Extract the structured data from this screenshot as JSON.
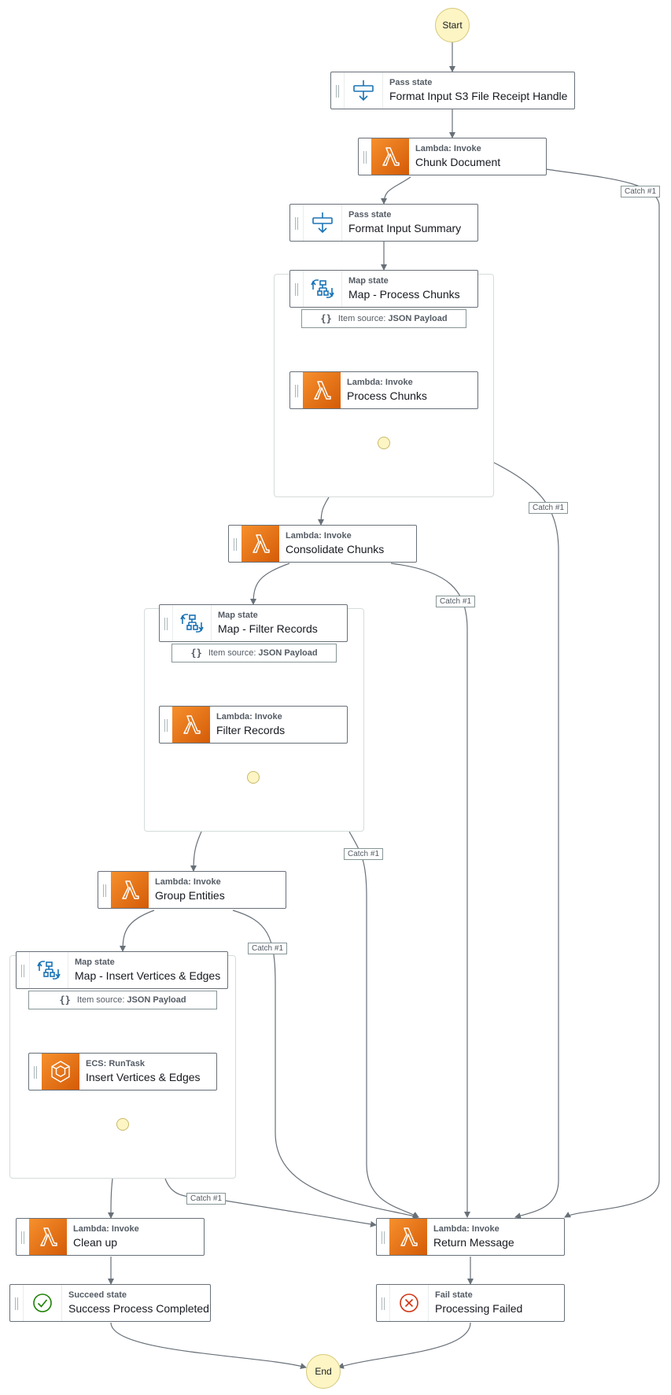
{
  "start_label": "Start",
  "end_label": "End",
  "nodes": {
    "format_input_s3": {
      "type": "Pass state",
      "name": "Format Input S3 File Receipt Handle",
      "icon": "pass-icon"
    },
    "chunk_document": {
      "type": "Lambda: Invoke",
      "name": "Chunk Document",
      "icon": "lambda-icon"
    },
    "format_input_summary": {
      "type": "Pass state",
      "name": "Format Input Summary",
      "icon": "pass-icon"
    },
    "map_process_chunks": {
      "type": "Map state",
      "name": "Map - Process Chunks",
      "icon": "map-icon"
    },
    "process_chunks": {
      "type": "Lambda: Invoke",
      "name": "Process Chunks",
      "icon": "lambda-icon"
    },
    "consolidate_chunks": {
      "type": "Lambda: Invoke",
      "name": "Consolidate Chunks",
      "icon": "lambda-icon"
    },
    "map_filter_records": {
      "type": "Map state",
      "name": "Map - Filter Records",
      "icon": "map-icon"
    },
    "filter_records": {
      "type": "Lambda: Invoke",
      "name": "Filter Records",
      "icon": "lambda-icon"
    },
    "group_entities": {
      "type": "Lambda: Invoke",
      "name": "Group Entities",
      "icon": "lambda-icon"
    },
    "map_insert": {
      "type": "Map state",
      "name": "Map - Insert Vertices & Edges",
      "icon": "map-icon"
    },
    "insert_vertices": {
      "type": "ECS: RunTask",
      "name": "Insert Vertices & Edges",
      "icon": "ecs-icon"
    },
    "clean_up": {
      "type": "Lambda: Invoke",
      "name": "Clean up",
      "icon": "lambda-icon"
    },
    "success": {
      "type": "Succeed state",
      "name": "Success Process Completed",
      "icon": "check-icon"
    },
    "return_message": {
      "type": "Lambda: Invoke",
      "name": "Return Message",
      "icon": "lambda-icon"
    },
    "processing_failed": {
      "type": "Fail state",
      "name": "Processing Failed",
      "icon": "fail-icon"
    }
  },
  "item_source": {
    "label": "Item source:",
    "value": "JSON Payload",
    "icon": "braces-icon"
  },
  "catch_label": "Catch #1",
  "colors": {
    "lambda_gradient_start": "#f7902d",
    "lambda_gradient_end": "#d45b07",
    "pass_blue": "#1a73b6",
    "success_green": "#1d8102",
    "fail_red": "#d13212",
    "edge": "#687078",
    "terminal_fill": "#fdf5c4"
  }
}
